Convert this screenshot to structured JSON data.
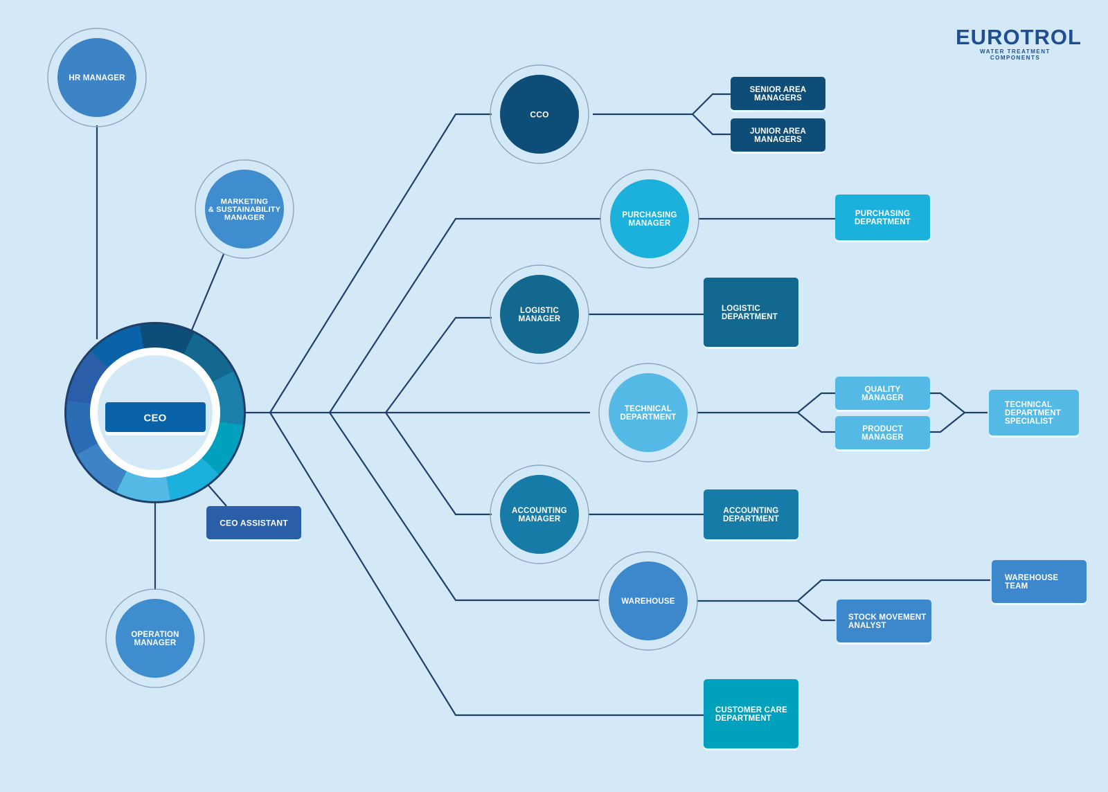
{
  "brand": {
    "name": "EUROTROL",
    "tagline": "WATER TREATMENT COMPONENTS"
  },
  "colors": {
    "background": "#d3e9f8",
    "line": "#1f3f6b",
    "navy": "#0e4d78",
    "dark_teal": "#12688f",
    "mid_blue": "#3d84c6",
    "cyan": "#1cb0dc",
    "light_cyan": "#55b9e6",
    "teal": "#00a1bc",
    "royal": "#2a5ea8",
    "logo": "#1f4f92"
  },
  "nodes": {
    "ceo": "CEO",
    "ceo_assistant": "CEO ASSISTANT",
    "hr_manager": "HR MANAGER",
    "marketing_manager": [
      "MARKETING",
      "& SUSTAINABILITY",
      "MANAGER"
    ],
    "operation_manager": [
      "OPERATION",
      "MANAGER"
    ],
    "cco": "CCO",
    "senior_area_managers": [
      "SENIOR AREA",
      "MANAGERS"
    ],
    "junior_area_managers": [
      "JUNIOR AREA",
      "MANAGERS"
    ],
    "purchasing_manager": [
      "PURCHASING",
      "MANAGER"
    ],
    "purchasing_department": [
      "PURCHASING",
      "DEPARTMENT"
    ],
    "logistic_manager": [
      "LOGISTIC",
      "MANAGER"
    ],
    "logistic_department": [
      "LOGISTIC",
      "DEPARTMENT"
    ],
    "technical_department": [
      "TECHNICAL",
      "DEPARTMENT"
    ],
    "quality_manager": [
      "QUALITY",
      "MANAGER"
    ],
    "product_manager": [
      "PRODUCT",
      "MANAGER"
    ],
    "technical_department_specialist": [
      "TECHNICAL",
      "DEPARTMENT",
      "SPECIALIST"
    ],
    "accounting_manager": [
      "ACCOUNTING",
      "MANAGER"
    ],
    "accounting_department": [
      "ACCOUNTING",
      "DEPARTMENT"
    ],
    "warehouse": "WAREHOUSE",
    "warehouse_team": [
      "WAREHOUSE",
      "TEAM"
    ],
    "stock_movement_analyst": [
      "STOCK MOVEMENT",
      "ANALYST"
    ],
    "customer_care_department": [
      "CUSTOMER CARE",
      "DEPARTMENT"
    ]
  }
}
